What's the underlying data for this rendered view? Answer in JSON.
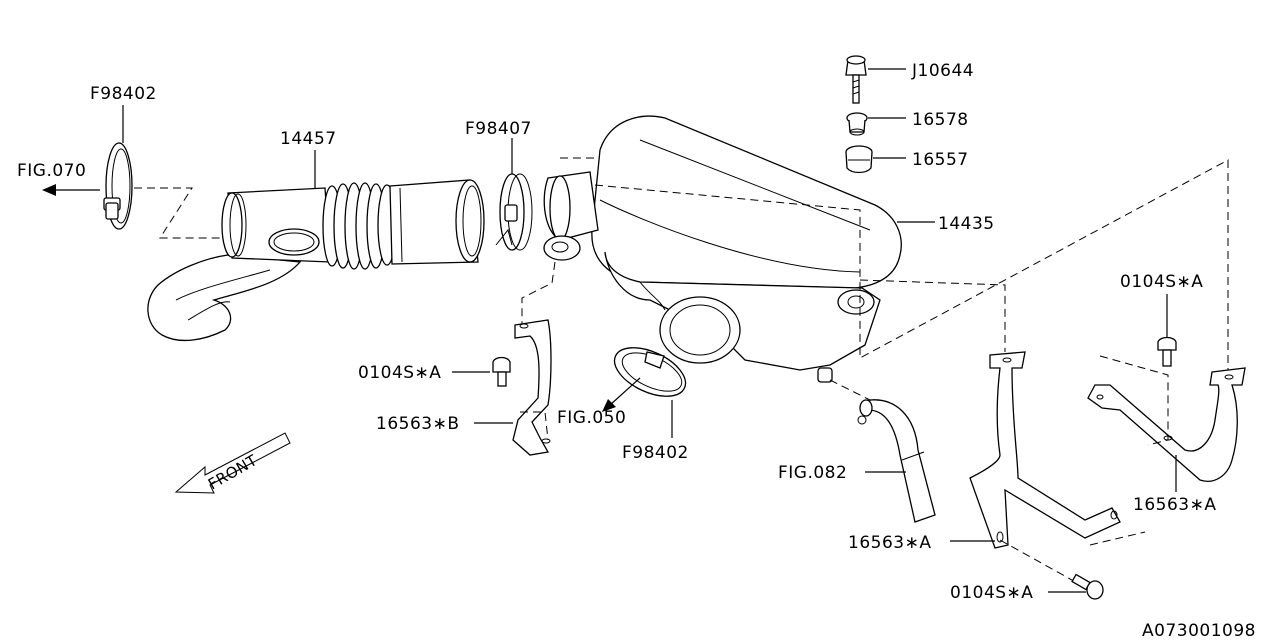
{
  "diagram": {
    "labels": {
      "f98402_top": "F98402",
      "fig070": "FIG.070",
      "p14457": "14457",
      "f98407": "F98407",
      "j10644": "J10644",
      "p16578": "16578",
      "p16557": "16557",
      "p14435": "14435",
      "bolt_a_right": "0104S∗A",
      "bolt_a_left": "0104S∗A",
      "p16563b": "16563∗B",
      "fig050": "FIG.050",
      "f98402_bottom": "F98402",
      "fig082": "FIG.082",
      "p16563a_right": "16563∗A",
      "p16563a_bottom": "16563∗A",
      "bolt_a_bottom": "0104S∗A",
      "front": "FRONT",
      "figure_id": "A073001098"
    }
  }
}
